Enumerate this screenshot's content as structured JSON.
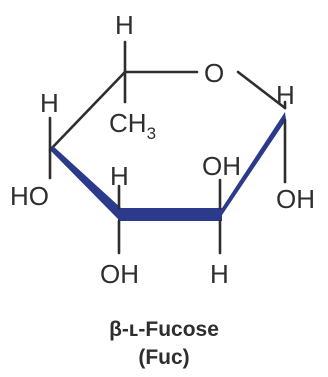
{
  "molecule": {
    "atoms": {
      "c5_h": "H",
      "ring_o": "O",
      "c4_h": "H",
      "c6_methyl": "CH",
      "c6_methyl_sub": "3",
      "c1_h": "H",
      "c4_oh": "HO",
      "c3_h": "H",
      "c2_oh": "OH",
      "c1_oh": "OH",
      "c3_oh": "OH",
      "c2_h": "H"
    },
    "name": {
      "prefix": "β-ʟ-Fucose",
      "abbreviation": "(Fuc)"
    }
  },
  "colors": {
    "front_bond": "#2c3a8c",
    "line": "#2e2e2e"
  }
}
